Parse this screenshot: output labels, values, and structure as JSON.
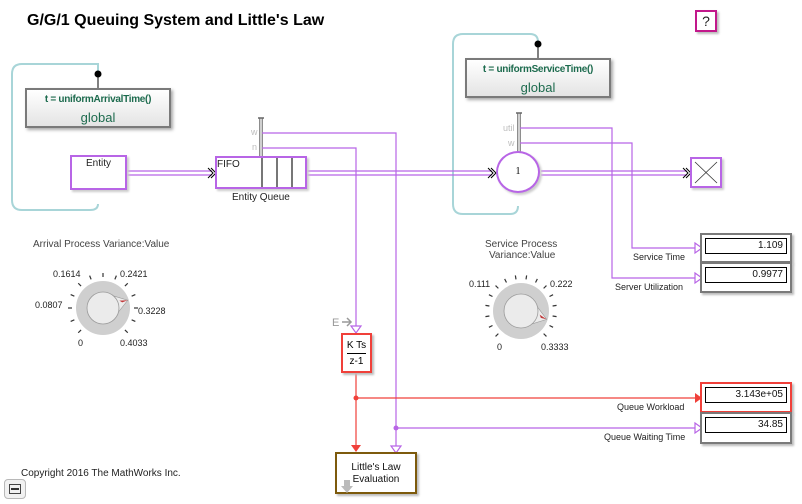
{
  "title": "G/G/1 Queuing System and Little's Law",
  "help_button": {
    "label": "?",
    "color": "#c2188b"
  },
  "arrival_function": {
    "expression": "t = uniformArrivalTime()",
    "scope": "global"
  },
  "service_function": {
    "expression": "t = uniformServiceTime()",
    "scope": "global"
  },
  "entity_generator": {
    "label": "Entity"
  },
  "entity_queue": {
    "type_label": "FIFO",
    "name": "Entity Queue",
    "ports": {
      "w": "w",
      "n": "n"
    }
  },
  "server": {
    "capacity": "1",
    "ports": {
      "util": "util",
      "w": "w"
    }
  },
  "terminator": {
    "icon": "x-icon"
  },
  "arrival_knob": {
    "label": "Arrival Process Variance:Value",
    "ticks": [
      "0",
      "0.0807",
      "0.1614",
      "0.2421",
      "0.3228",
      "0.4033"
    ],
    "min": 0,
    "max": 0.4033,
    "value": 0.31
  },
  "service_knob": {
    "label_line1": "Service Process",
    "label_line2": "Variance:Value",
    "ticks": [
      "0",
      "0.111",
      "0.222",
      "0.3333"
    ],
    "min": 0,
    "max": 0.3333,
    "value": 0.3
  },
  "discrete_integrator": {
    "numerator": "K Ts",
    "denominator": "z-1",
    "enable_label": "E"
  },
  "little_law_block": {
    "line1": "Little's Law",
    "line2": "Evaluation"
  },
  "displays": [
    {
      "signal": "Service Time",
      "value": "1.109"
    },
    {
      "signal": "Server Utilization",
      "value": "0.9977"
    },
    {
      "signal": "Queue Workload",
      "value": "3.143e+05"
    },
    {
      "signal": "Queue Waiting Time",
      "value": "34.85"
    }
  ],
  "copyright": "Copyright 2016 The MathWorks Inc.",
  "colors": {
    "entity_line": "#b865e6",
    "signal_red": "#f0403a",
    "message_loop": "#a8d5d8",
    "function_text": "#1d6b4e",
    "little_border": "#7d5a0c"
  }
}
